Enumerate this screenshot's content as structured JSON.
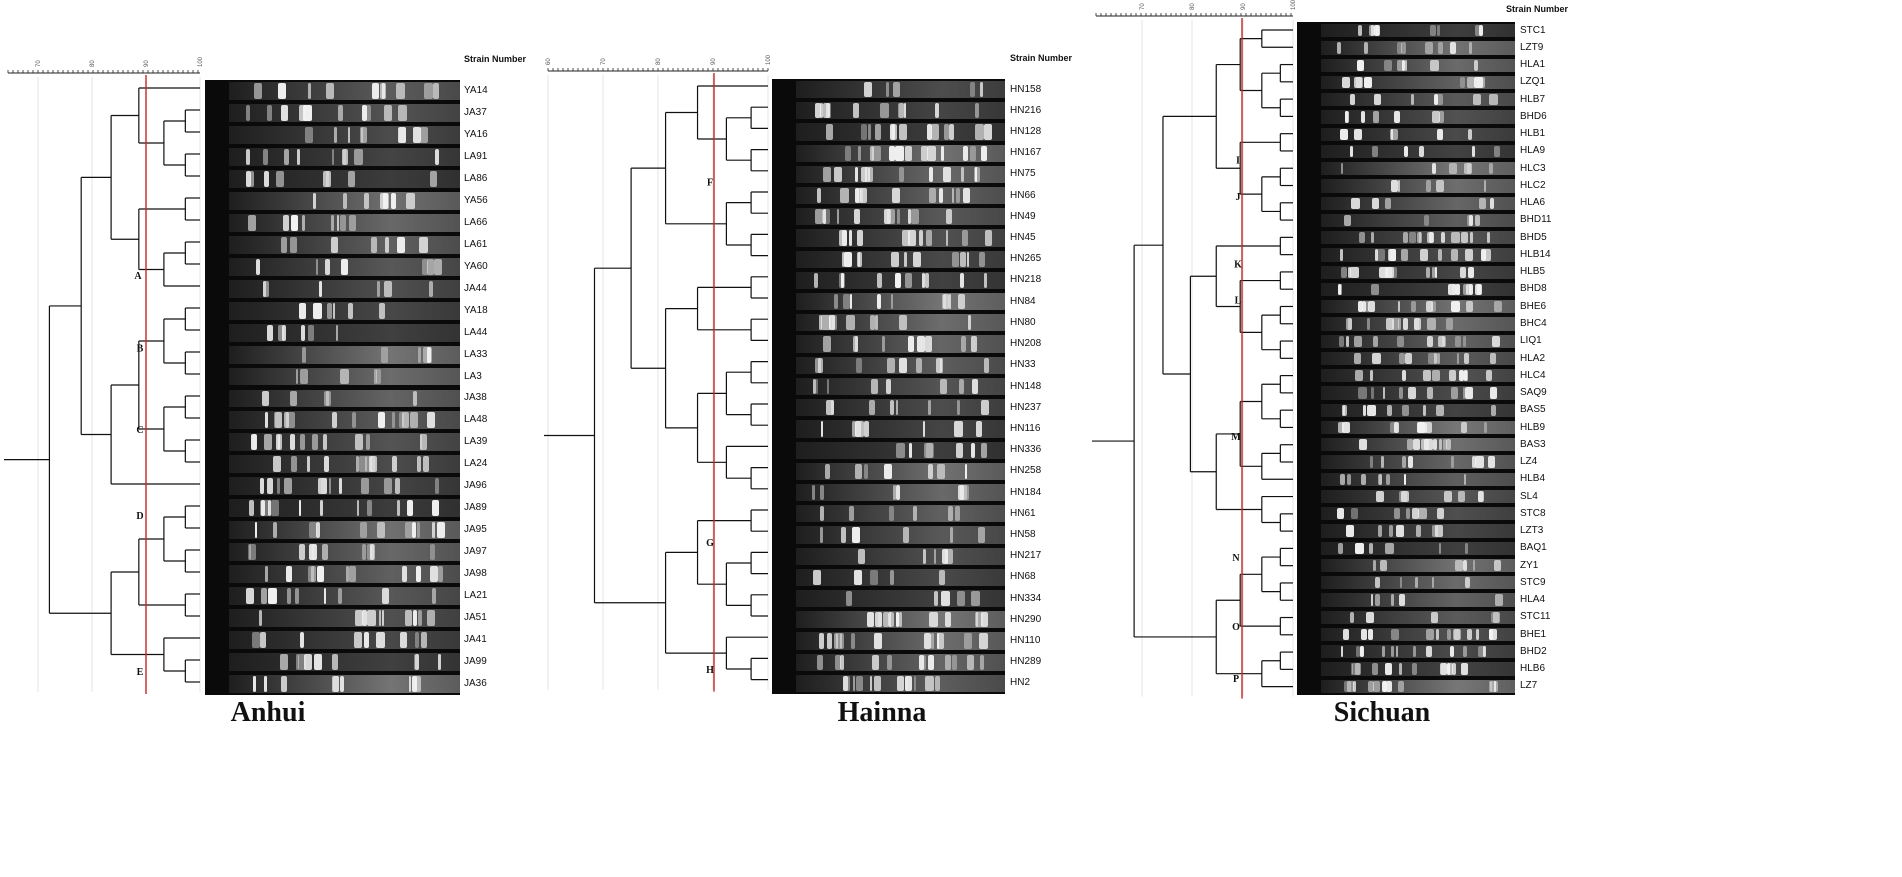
{
  "strain_header": "Strain Number",
  "cutoff_color": "#c62828",
  "panels": [
    {
      "region": "Anhui",
      "scale_ticks": [
        "70",
        "80",
        "90",
        "100"
      ],
      "strains": [
        "YA14",
        "JA37",
        "YA16",
        "LA91",
        "LA86",
        "YA56",
        "LA66",
        "LA61",
        "YA60",
        "JA44",
        "YA18",
        "LA44",
        "LA33",
        "LA3",
        "JA38",
        "LA48",
        "LA39",
        "LA24",
        "JA96",
        "JA89",
        "JA95",
        "JA97",
        "JA98",
        "LA21",
        "JA51",
        "JA41",
        "JA99",
        "JA36"
      ],
      "clusters": [
        "A",
        "B",
        "C",
        "D",
        "E"
      ]
    },
    {
      "region": "Hainna",
      "scale_ticks": [
        "60",
        "70",
        "80",
        "90",
        "100"
      ],
      "strains": [
        "HN158",
        "HN216",
        "HN128",
        "HN167",
        "HN75",
        "HN66",
        "HN49",
        "HN45",
        "HN265",
        "HN218",
        "HN84",
        "HN80",
        "HN208",
        "HN33",
        "HN148",
        "HN237",
        "HN116",
        "HN336",
        "HN258",
        "HN184",
        "HN61",
        "HN58",
        "HN217",
        "HN68",
        "HN334",
        "HN290",
        "HN110",
        "HN289",
        "HN2"
      ],
      "clusters": [
        "F",
        "G",
        "H"
      ]
    },
    {
      "region": "Sichuan",
      "scale_ticks": [
        "70",
        "80",
        "90",
        "100"
      ],
      "strains": [
        "STC1",
        "LZT9",
        "HLA1",
        "LZQ1",
        "HLB7",
        "BHD6",
        "HLB1",
        "HLA9",
        "HLC3",
        "HLC2",
        "HLA6",
        "BHD11",
        "BHD5",
        "HLB14",
        "HLB5",
        "BHD8",
        "BHE6",
        "BHC4",
        "LIQ1",
        "HLA2",
        "HLC4",
        "SAQ9",
        "BAS5",
        "HLB9",
        "BAS3",
        "LZ4",
        "HLB4",
        "SL4",
        "STC8",
        "LZT3",
        "BAQ1",
        "ZY1",
        "STC9",
        "HLA4",
        "STC11",
        "BHE1",
        "BHD2",
        "HLB6",
        "LZ7"
      ],
      "clusters": [
        "I",
        "J",
        "K",
        "L",
        "M",
        "N",
        "O",
        "P"
      ]
    }
  ]
}
